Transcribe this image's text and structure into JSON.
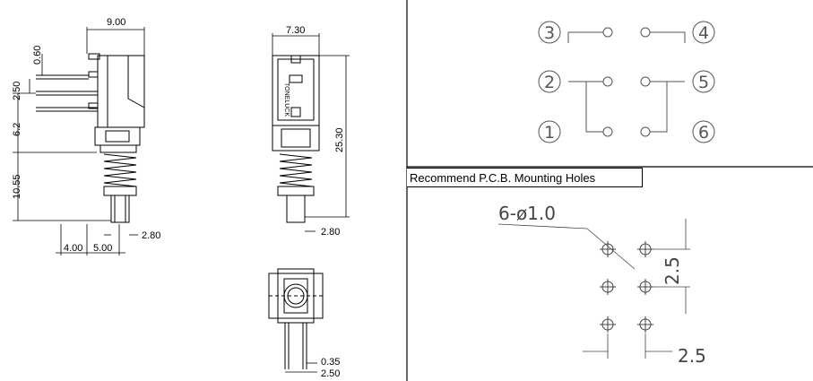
{
  "side_view": {
    "dims": {
      "width_top": "9.00",
      "d060": "0.60",
      "d250": "2.50",
      "d62": "6.2",
      "d1055": "10.55",
      "d400": "4.00",
      "d500": "5.00",
      "d280": "2.80"
    }
  },
  "front_view": {
    "dims": {
      "width_top": "7.30",
      "height": "25.30",
      "d280": "2.80"
    },
    "brand_text": "TONELUCK"
  },
  "bottom_view": {
    "dims": {
      "d035": "0.35",
      "d250": "2.50"
    }
  },
  "schematic": {
    "pins": [
      "3",
      "4",
      "2",
      "5",
      "1",
      "6"
    ]
  },
  "pcb": {
    "title": "Recommend P.C.B. Mounting Holes",
    "hole_spec": "6-ø1.0",
    "pitch_vertical": "2.5",
    "pitch_horizontal": "2.5"
  }
}
